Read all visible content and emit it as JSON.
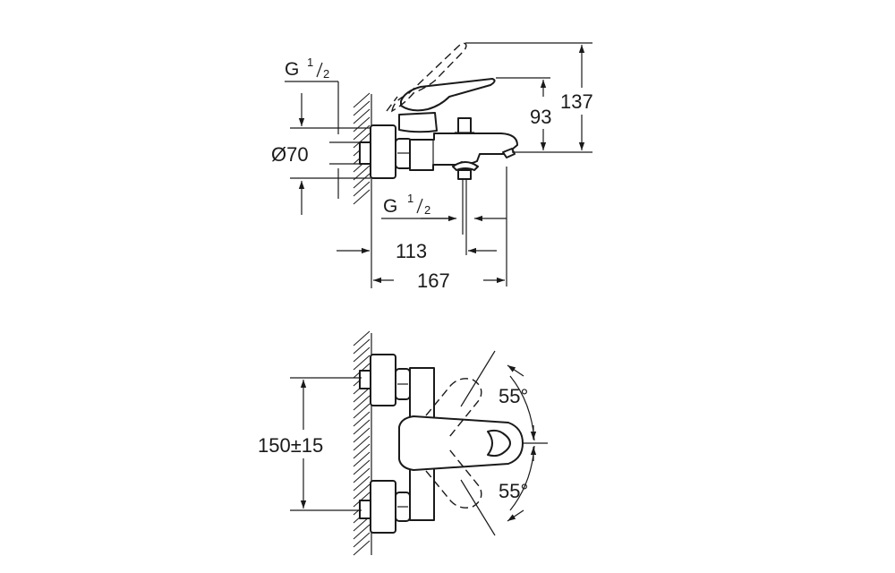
{
  "labels": {
    "g_top_main": "G",
    "g_top_sup": "1",
    "g_top_sub": "2",
    "dia": "Ø70",
    "g_bottom_main": "G",
    "g_bottom_sup": "1",
    "g_bottom_sub": "2",
    "d113": "113",
    "d167": "167",
    "d93": "93",
    "d137": "137",
    "d150": "150±15",
    "a55_top": "55°",
    "a55_bottom": "55°"
  }
}
